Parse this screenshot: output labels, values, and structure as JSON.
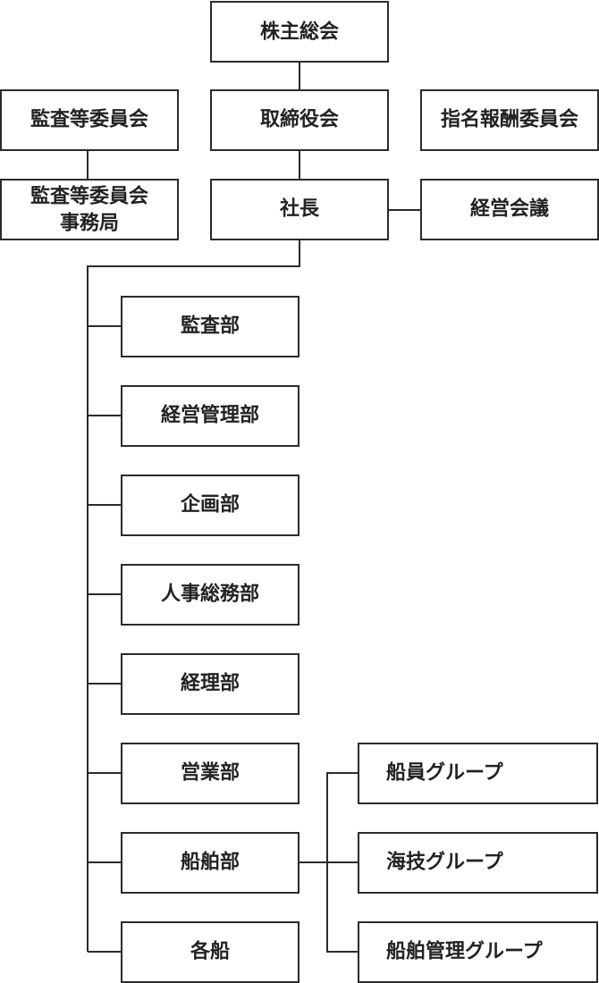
{
  "org_chart": {
    "nodes": {
      "shareholders_meeting": "株主総会",
      "board_of_directors": "取締役会",
      "audit_committee": "監査等委員会",
      "nomination_committee": "指名報酬委員会",
      "audit_committee_office_line1": "監査等委員会",
      "audit_committee_office_line2": "事務局",
      "president": "社長",
      "management_council": "経営会議",
      "audit_dept": "監査部",
      "management_admin_dept": "経営管理部",
      "planning_dept": "企画部",
      "hr_general_affairs_dept": "人事総務部",
      "accounting_dept": "経理部",
      "sales_dept": "営業部",
      "vessel_dept": "船舶部",
      "each_vessel": "各船",
      "crew_group": "船員グループ",
      "marine_engineering_group": "海技グループ",
      "vessel_management_group": "船舶管理グループ"
    }
  }
}
